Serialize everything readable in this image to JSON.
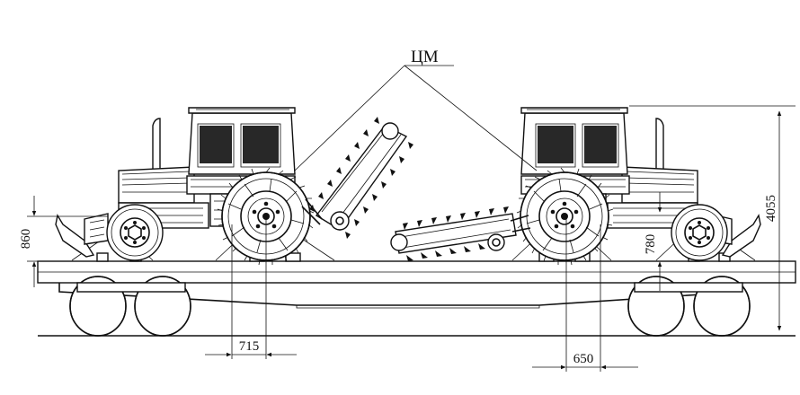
{
  "figure": {
    "callout_label": "ЦМ",
    "dimensions": {
      "total_height": "4055",
      "platform_height": "860",
      "axle_height": "780",
      "left_offset": "715",
      "right_offset": "650"
    }
  }
}
